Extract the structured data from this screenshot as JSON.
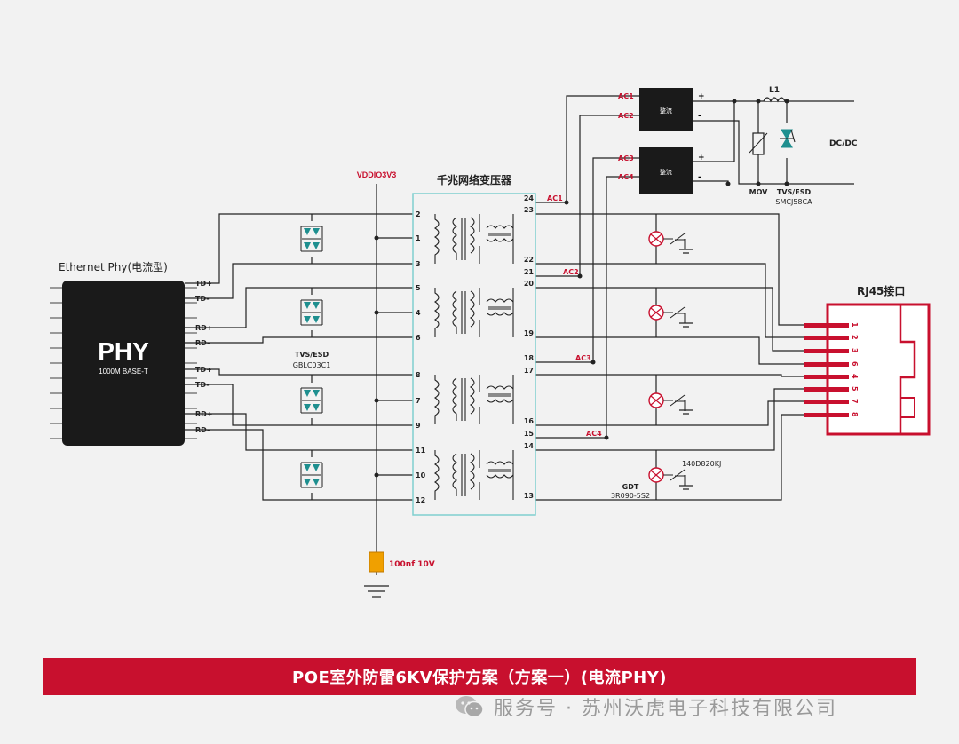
{
  "labels": {
    "vddio": "VDDIO3V3",
    "transformer": "千兆网络变压器",
    "eth_phy": "Ethernet Phy(电流型)",
    "phy_big": "PHY",
    "phy_sub": "1000M BASE-T",
    "tvs_esd_left": "TVS/ESD",
    "tvs_esd_left_part": "GBLC03C1",
    "cap": "100nf 10V",
    "rect": "整流",
    "l1": "L1",
    "dcdc": "DC/DC",
    "mov": "MOV",
    "tvs_esd_right": "TVS/ESD",
    "tvs_esd_right_part": "SMCJ58CA",
    "rj45": "RJ45接口",
    "gdt": "GDT",
    "gdt_part": "3R090-5S2",
    "mov_part": "140D820KJ",
    "plus": "+",
    "minus": "-"
  },
  "phy_pins": [
    "TD+",
    "TD-",
    "RD+",
    "RD-",
    "TD+",
    "TD-",
    "RD+",
    "RD-"
  ],
  "trans_left_pins": [
    "2",
    "1",
    "3",
    "5",
    "4",
    "6",
    "8",
    "7",
    "9",
    "11",
    "10",
    "12"
  ],
  "trans_right_pins": [
    "24",
    "23",
    "22",
    "21",
    "20",
    "19",
    "18",
    "17",
    "16",
    "15",
    "14",
    "13"
  ],
  "ac_labels": [
    "AC1",
    "AC2",
    "AC3",
    "AC4"
  ],
  "rj45_pins": [
    "1",
    "2",
    "3",
    "6",
    "4",
    "5",
    "7",
    "8"
  ],
  "banner": "POE室外防雷6KV保护方案（方案一）(电流PHY)",
  "footer": "服务号 · 苏州沃虎电子科技有限公司",
  "colors": {
    "accent": "#c8102e",
    "wire": "#222222",
    "block": "#1a1a1a",
    "transformer_border": "#7fd0d0",
    "capacitor": "#f0a000"
  },
  "icons": {
    "footer": "wechat-icon"
  }
}
